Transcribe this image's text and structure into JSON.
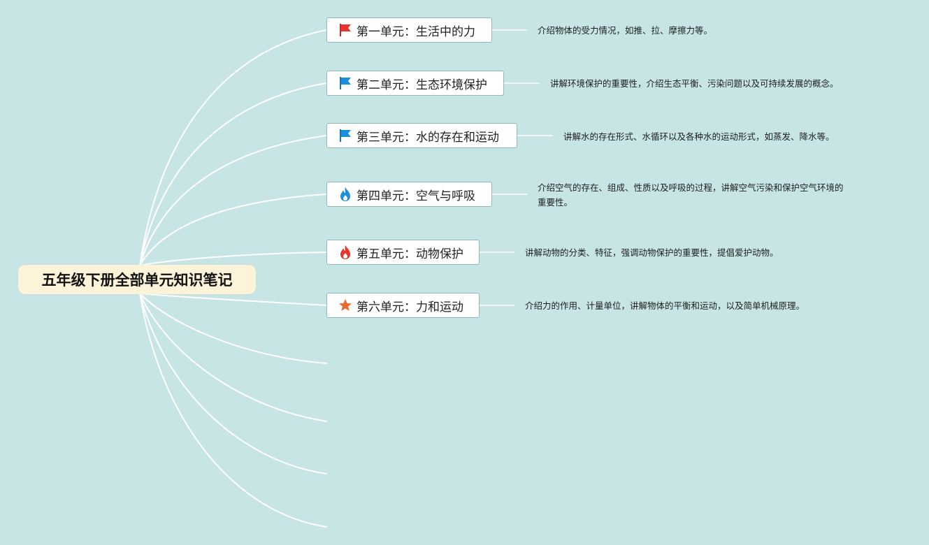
{
  "root": {
    "title": "五年级下册全部单元知识笔记"
  },
  "colors": {
    "background": "#c8e5e5",
    "root_fill": "#fdf3d9",
    "connector": "#ffffff",
    "topic_border": "#8fb9ba",
    "flag_red": "#e8342a",
    "flag_blue": "#1c8fd9",
    "fire_blue": "#1e8fd9",
    "fire_red": "#e8342a",
    "star_orange": "#ea6a2d"
  },
  "topics": [
    {
      "label": "第一单元：生活中的力",
      "icon": "red-flag-icon",
      "note": "介绍物体的受力情况，如推、拉、摩擦力等。"
    },
    {
      "label": "第二单元：生态环境保护",
      "icon": "blue-flag-icon",
      "note": "讲解环境保护的重要性，介绍生态平衡、污染问题以及可持续发展的概念。"
    },
    {
      "label": "第三单元：水的存在和运动",
      "icon": "blue-flag-icon",
      "note": "讲解水的存在形式、水循环以及各种水的运动形式，如蒸发、降水等。"
    },
    {
      "label": "第四单元：空气与呼吸",
      "icon": "blue-fire-icon",
      "note_lines": [
        "介绍空气的存在、组成、性质以及呼吸的过程，讲解空气污染和保护空气环境的",
        "重要性。"
      ]
    },
    {
      "label": "第五单元：动物保护",
      "icon": "red-fire-icon",
      "note": "讲解动物的分类、特征，强调动物保护的重要性，提倡爱护动物。"
    },
    {
      "label": "第六单元：力和运动",
      "icon": "orange-star-icon",
      "note": "介绍力的作用、计量单位，讲解物体的平衡和运动，以及简单机械原理。"
    }
  ]
}
